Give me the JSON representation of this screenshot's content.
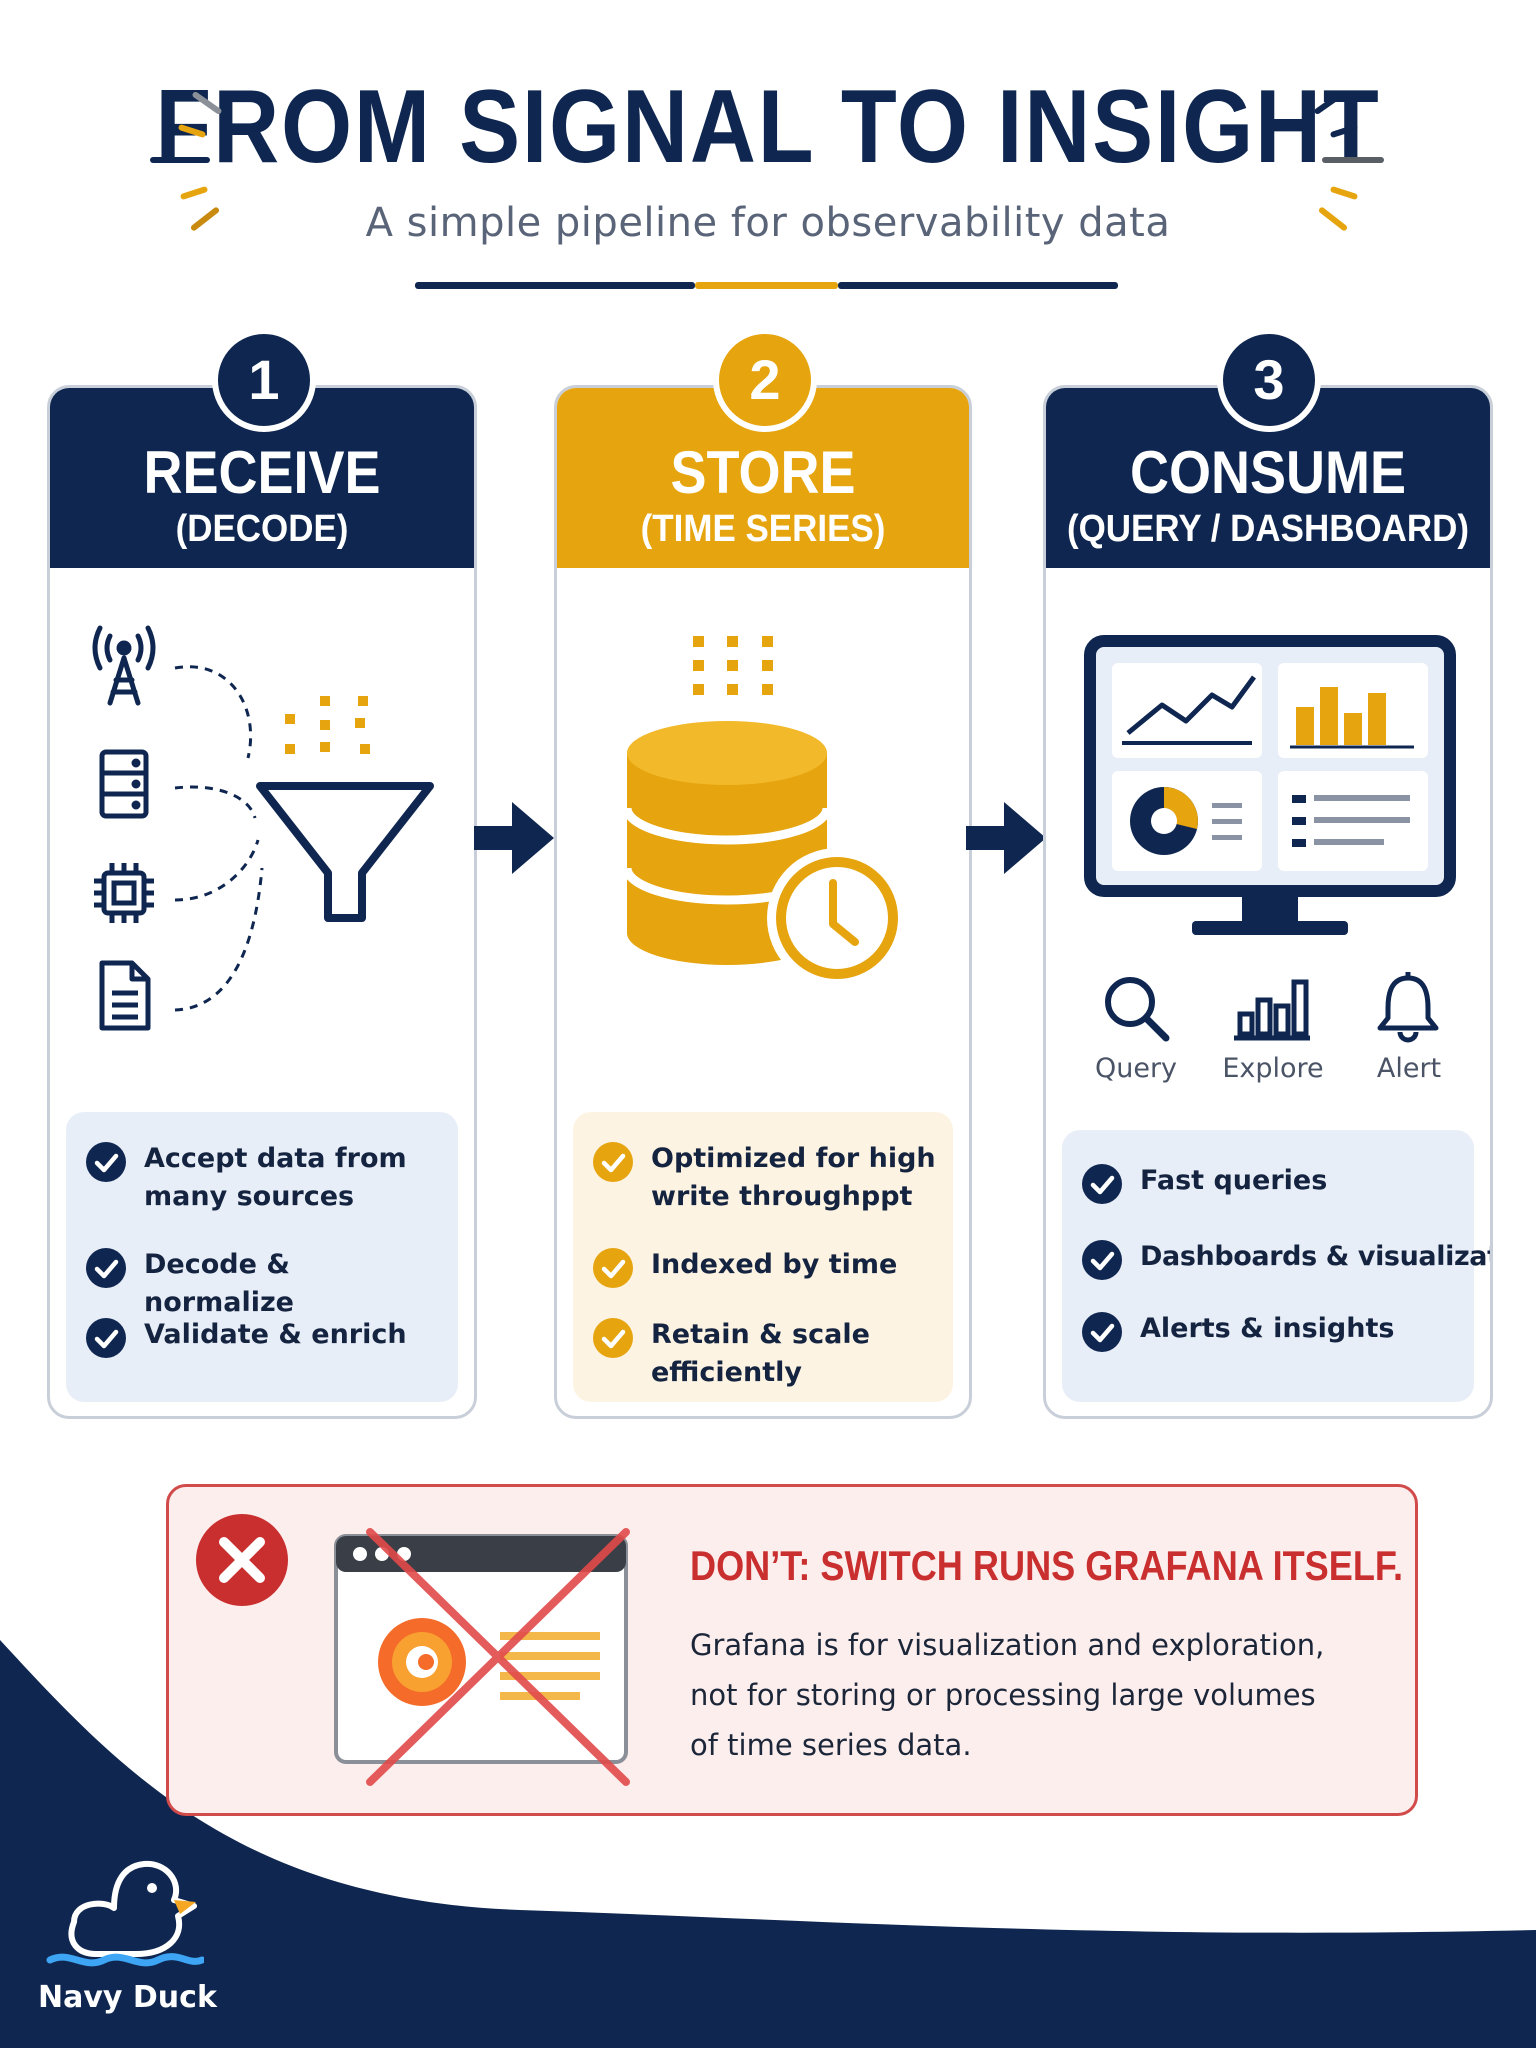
{
  "header": {
    "title": "FROM SIGNAL TO INSIGHT",
    "subtitle": "A simple pipeline for observability data"
  },
  "colors": {
    "navy": "#0f2750",
    "gold": "#e6a40e",
    "red": "#c92f2f",
    "light_blue": "#e8eef7",
    "light_gold": "#fdf3e2"
  },
  "steps": [
    {
      "number": "1",
      "title": "RECEIVE",
      "subtitle": "(DECODE)",
      "icons": [
        "antenna-icon",
        "server-icon",
        "chip-icon",
        "document-icon",
        "funnel-icon"
      ],
      "items": [
        {
          "lines": [
            "Accept data from",
            "many sources"
          ]
        },
        {
          "lines": [
            "Decode & normalize"
          ]
        },
        {
          "lines": [
            "Validate & enrich"
          ]
        }
      ]
    },
    {
      "number": "2",
      "title": "STORE",
      "subtitle": "(TIME SERIES)",
      "icons": [
        "database-icon",
        "clock-icon"
      ],
      "items": [
        {
          "lines": [
            "Optimized for high",
            "write throughppt"
          ]
        },
        {
          "lines": [
            "Indexed by time"
          ]
        },
        {
          "lines": [
            "Retain & scale",
            "efficiently"
          ]
        }
      ]
    },
    {
      "number": "3",
      "title": "CONSUME",
      "subtitle": "(QUERY / DASHBOARD)",
      "icons": [
        "monitor-dashboard-icon"
      ],
      "actions": [
        {
          "label": "Query",
          "icon": "magnifier-icon"
        },
        {
          "label": "Explore",
          "icon": "bar-chart-icon"
        },
        {
          "label": "Alert",
          "icon": "bell-icon"
        }
      ],
      "items": [
        {
          "lines": [
            "Fast queries"
          ]
        },
        {
          "lines": [
            "Dashboards & visualizations"
          ]
        },
        {
          "lines": [
            "Alerts & insights"
          ]
        }
      ]
    }
  ],
  "dont": {
    "title": "DON’T: SWITCH RUNS GRAFANA ITSELF.",
    "body": "Grafana is for visualization and exploration, not for storing or processing large volumes of time series data.",
    "icons": [
      "x-circle-icon",
      "grafana-window-icon"
    ]
  },
  "brand": {
    "name": "Navy Duck",
    "icon": "duck-icon"
  }
}
